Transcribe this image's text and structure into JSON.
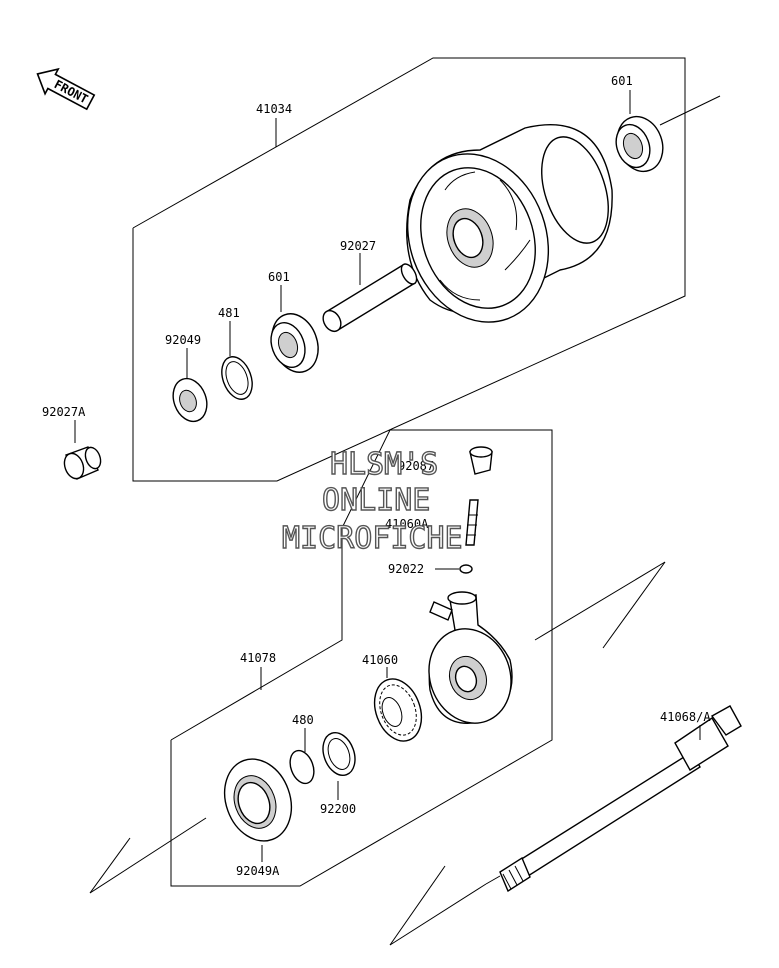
{
  "labels": {
    "hub": "41034",
    "bearing_right": "601",
    "spacer": "92027",
    "bearing_left": "601",
    "circlip": "481",
    "seal": "92049",
    "collar": "92027A",
    "bushing": "92087",
    "pinion": "41060A",
    "washer": "92022",
    "gear_housing": "41078",
    "gear": "41060",
    "snap_ring": "480",
    "shim": "92200",
    "seal_a": "92049A",
    "axle": "41068/A"
  },
  "front_arrow": "FRONT",
  "watermark": [
    "HLSM'S",
    "ONLINE",
    "MICROFICHE"
  ]
}
